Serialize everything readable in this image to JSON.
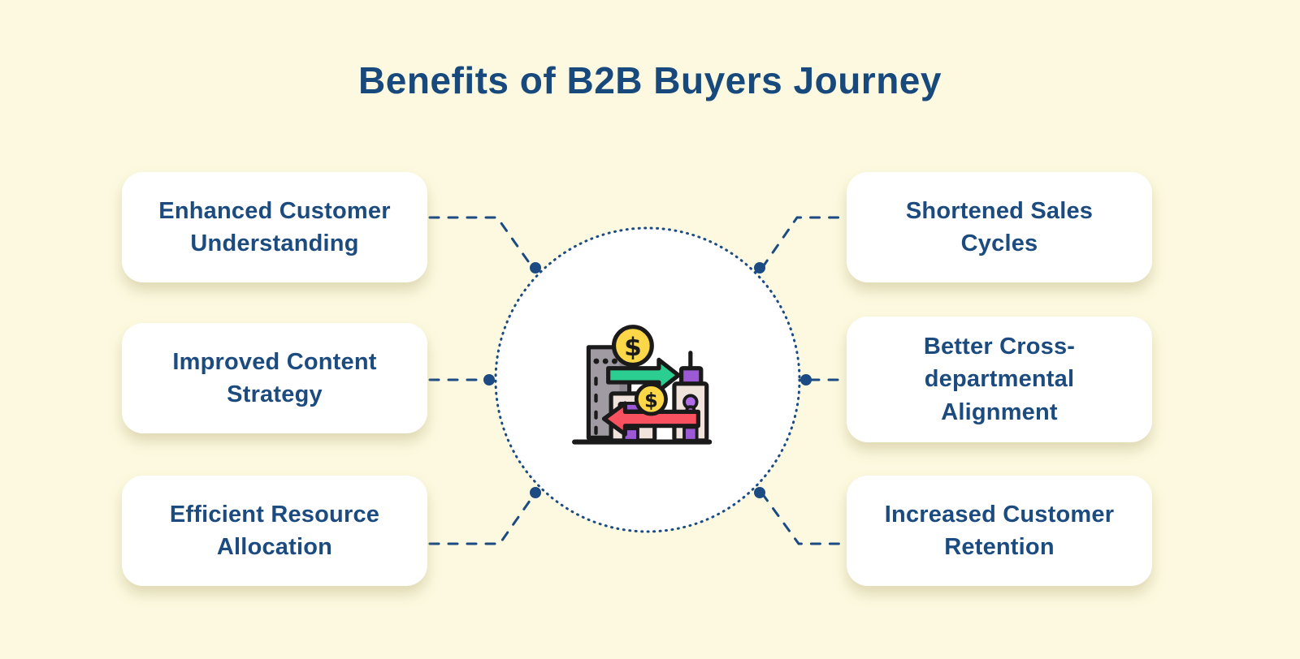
{
  "header": {
    "title": "Benefits of B2B Buyers Journey"
  },
  "benefits": {
    "left": [
      {
        "label": "Enhanced Customer Understanding"
      },
      {
        "label": "Improved Content Strategy"
      },
      {
        "label": "Efficient Resource Allocation"
      }
    ],
    "right": [
      {
        "label": "Shortened Sales Cycles"
      },
      {
        "label": "Better Cross-departmental Alignment"
      },
      {
        "label": "Increased Customer Retention"
      }
    ]
  },
  "hub": {
    "icon": "b2b-buildings-money-exchange-icon",
    "coin_symbol": "$"
  },
  "colors": {
    "background": "#FCF9E0",
    "title_text": "#17497D",
    "card_background": "#FFFFFF",
    "card_text": "#1C4B80",
    "connector": "#1B4B82",
    "hub_circle_fill": "#FFFFFF",
    "hub_circle_border": "#1B4B82",
    "icon_outline": "#1A1A1A",
    "icon_green_arrow": "#2BCD90",
    "icon_red_arrow": "#F9515F",
    "icon_coin_yellow": "#FCD848",
    "icon_building_gray": "#A09BA3",
    "icon_building_gray_shade": "#8B8690",
    "icon_building_beige": "#EFE3DB",
    "icon_purple": "#9C59D6",
    "icon_purple_light": "#B06CE4"
  }
}
